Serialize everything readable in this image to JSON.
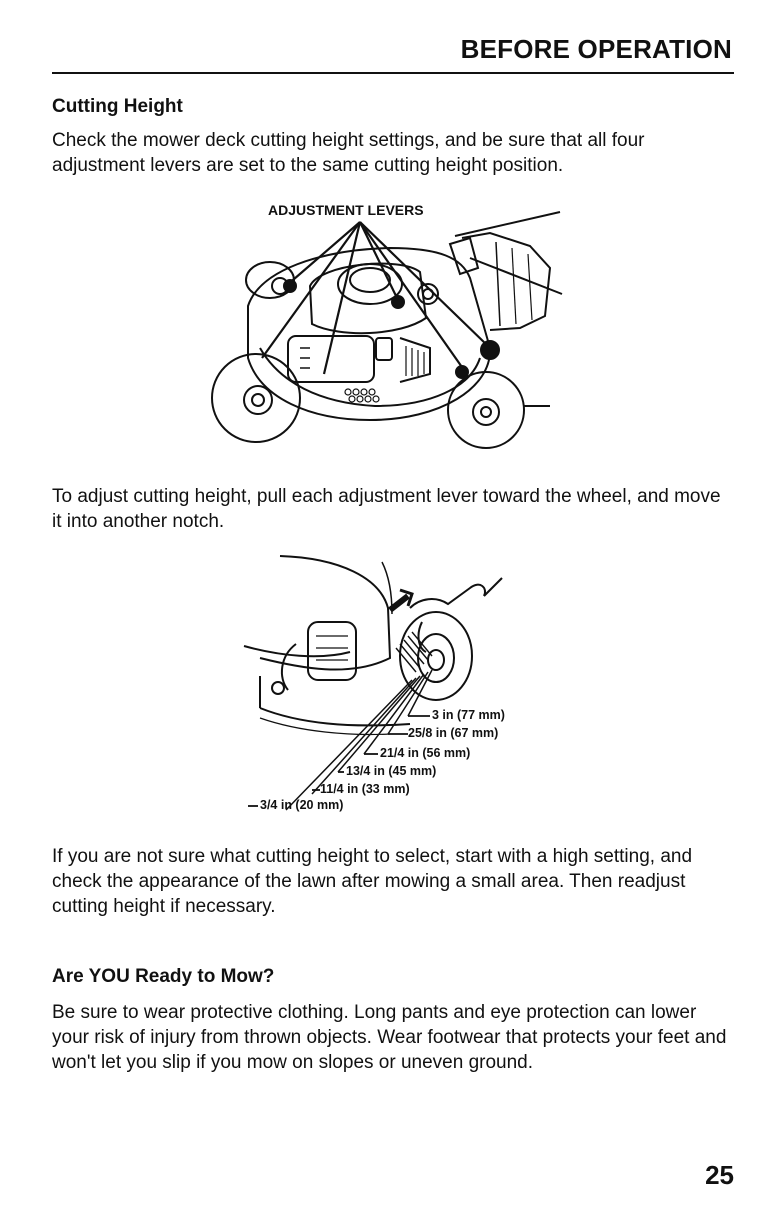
{
  "header": {
    "section_title": "BEFORE OPERATION"
  },
  "cutting_height": {
    "heading": "Cutting Height",
    "intro": "Check the mower deck cutting height settings, and be sure that all four adjustment levers are set to the same cutting height position.",
    "figure_label": "ADJUSTMENT LEVERS",
    "adjust_instructions": "To adjust cutting height, pull each adjustment lever toward the wheel, and move it into another notch.",
    "heights": [
      "3 in (77 mm)",
      "25/8 in (67 mm)",
      "21/4 in (56 mm)",
      "13/4 in (45 mm)",
      "11/4 in (33 mm)",
      "3/4 in (20 mm)"
    ],
    "advice": "If you are not sure what cutting height to select, start with a high setting, and check the appearance of the lawn after mowing a small area. Then readjust cutting height if necessary."
  },
  "ready_to_mow": {
    "heading": "Are YOU Ready to Mow?",
    "body": "Be sure to wear protective clothing. Long pants and eye protection can lower your risk of injury from thrown objects. Wear footwear that protects your feet and won't let you slip if you mow on slopes or uneven ground."
  },
  "footer": {
    "page_number": "25"
  }
}
